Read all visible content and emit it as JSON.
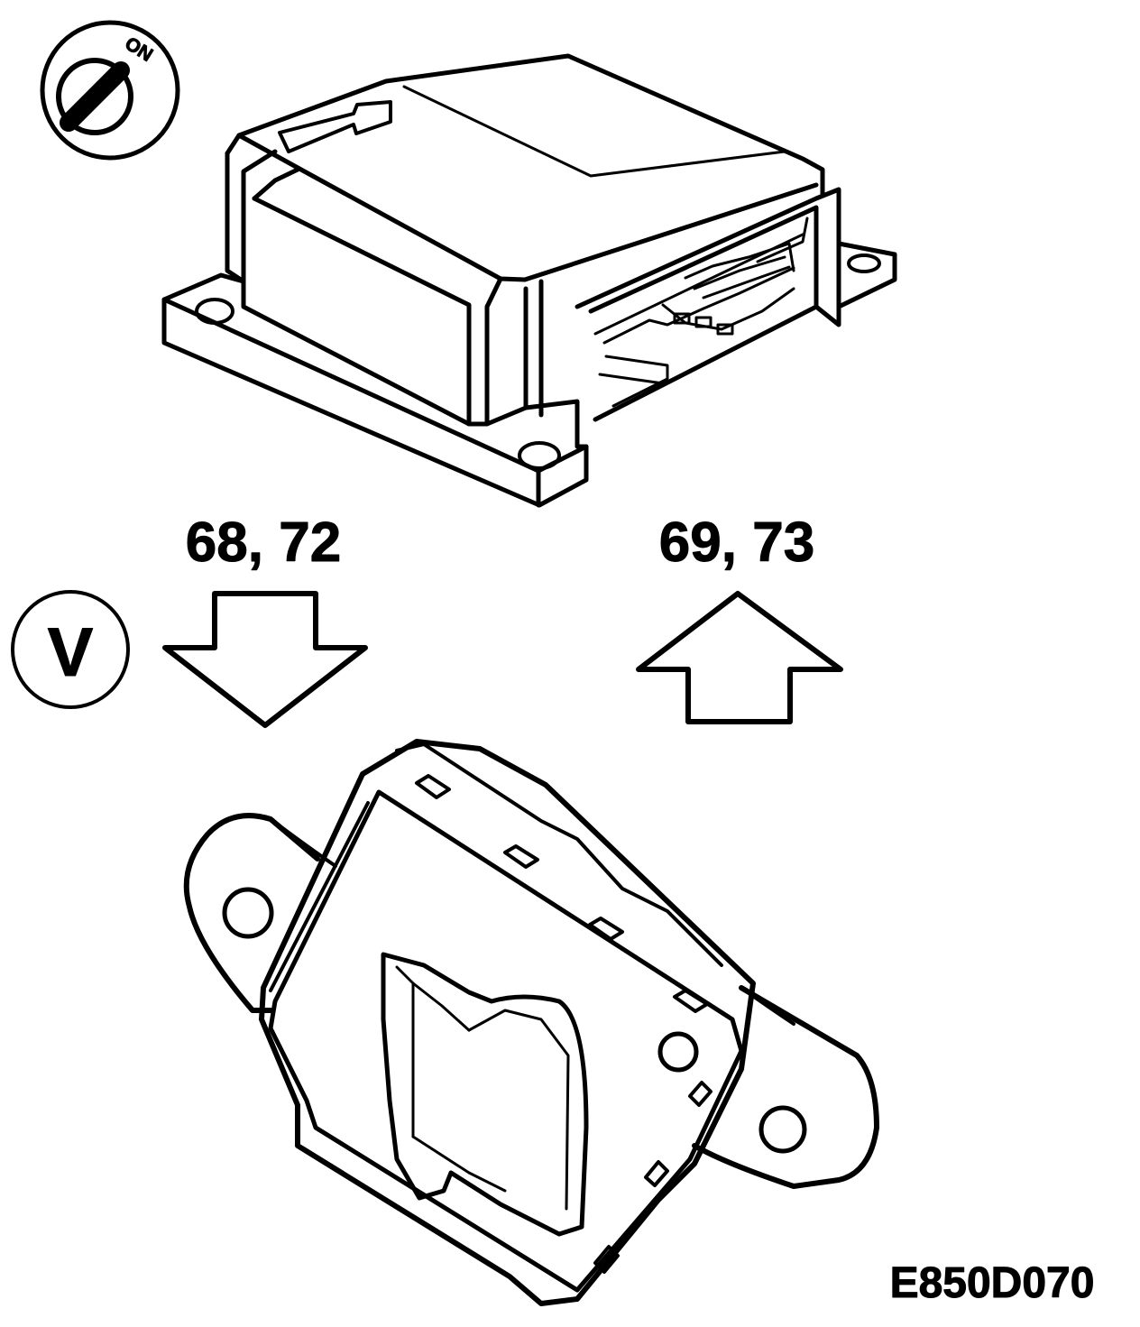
{
  "ignition_icon": {
    "label": "ON",
    "icon": "ignition-key-icon"
  },
  "voltage_icon": {
    "label": "V",
    "icon": "voltmeter-icon"
  },
  "arrow_down": {
    "label": "68, 72",
    "direction": "down"
  },
  "arrow_up": {
    "label": "69, 73",
    "direction": "up"
  },
  "figure_code": "E850D070",
  "colors": {
    "ink": "#000000",
    "paper": "#ffffff"
  }
}
